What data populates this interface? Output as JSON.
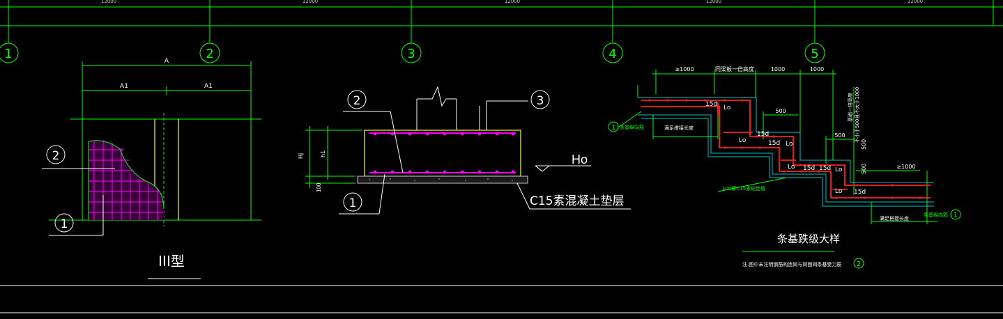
{
  "colors": {
    "background": "#000000",
    "line_white": "#ffffff",
    "line_green": "#00ff00",
    "line_cyan": "#00c8c8",
    "line_yellow": "#ffff40",
    "rebar_red": "#ff2020",
    "rebar_magenta": "#ff00ff"
  },
  "axis_grid": {
    "span_dims": [
      "12000",
      "12000",
      "12000",
      "12000",
      "12000"
    ],
    "bubbles": [
      "1",
      "2",
      "3",
      "4",
      "5"
    ]
  },
  "type_iii_detail": {
    "dim_total": "A",
    "dim_half_left": "A1",
    "dim_half_right": "A1",
    "bar_mark_top": "2",
    "bar_mark_bottom": "1",
    "title": "III型"
  },
  "section_detail": {
    "bar_mark_left": "2",
    "bar_mark_right": "3",
    "bar_mark_bottom": "1",
    "height_label_outer": "Hj",
    "height_label_inner": "h1",
    "cushion_thickness": "100",
    "level_label": "Ho",
    "cushion_note": "C15素混凝土垫层"
  },
  "step_detail": {
    "top_dims": [
      "≥1000",
      "同梁板一倍高度",
      "1000",
      "1000"
    ],
    "right_dim_note": "不小于500且不大于1000",
    "right_dim_note2": "基础一倍高度",
    "inner_dims": [
      "500",
      "500",
      "500",
      "500",
      "≥1000"
    ],
    "lap_labels": [
      "Lo",
      "Lo",
      "Lo",
      "Lo",
      "Lo",
      "Lo"
    ],
    "anchor_labels": [
      "15d",
      "15d",
      "15d",
      "15d",
      "15d",
      "15d"
    ],
    "left_callout_mark": "1",
    "left_callout_text": "条基纵向筋",
    "right_callout_mark": "1",
    "right_callout_text": "条基纵向筋",
    "bottom_left_note": "满足搭接长度",
    "bottom_right_note": "满足搭接长度",
    "cushion_note": "100厚C15素砼垫层",
    "title": "条基跌级大样",
    "footnote": "注:图中未注明钢筋构造同与同面同条基受力筋",
    "footnote_mark": "2"
  }
}
